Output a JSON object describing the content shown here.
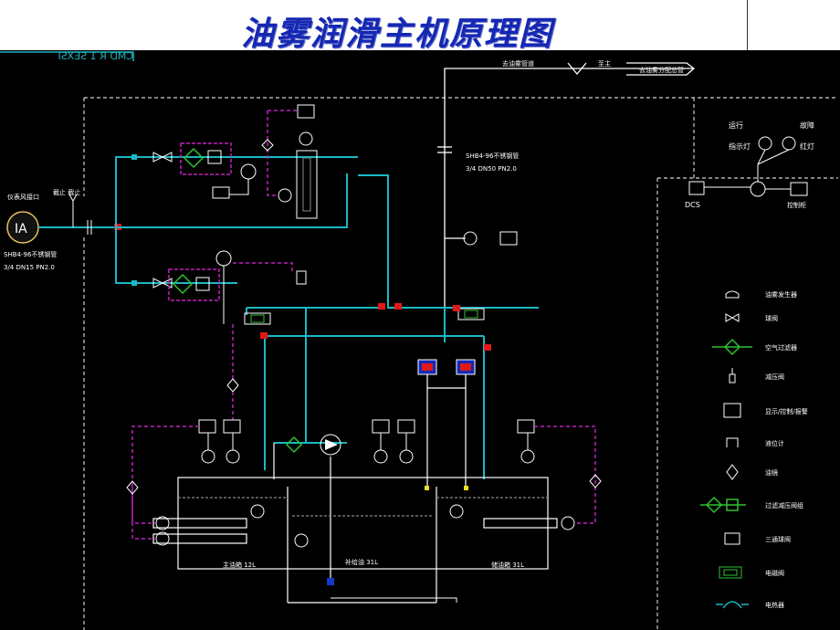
{
  "title": "油雾润滑主机原理图",
  "corner_text": "CMD R 1 SEXSI",
  "labels": {
    "inlet_left": "仪表风接口",
    "inlet_left_valves": "截止 截止",
    "pipe_spec_left_1": "SHB4-96不锈钢管",
    "pipe_spec_left_2": "3/4 DN15 PN2.0",
    "pipe_spec_right_1": "SHB4-96不锈钢管",
    "pipe_spec_right_2": "3/4 DN50 PN2.0",
    "top_outlet": "去油雾管道",
    "top_outlet_2": "至主",
    "top_outlet_3": "去油雾分配总管",
    "running_lamp": "运行",
    "running_lamp_2": "指示灯",
    "fault_lamp": "故障",
    "fault_lamp_2": "红灯",
    "dcs": "DCS",
    "cabinet": "控制柜",
    "tank_left": "主油箱 12L",
    "tank_mid": "补给油 31L",
    "tank_right": "储油箱 31L"
  },
  "legend": [
    {
      "symbol": "dome",
      "label": "油雾发生器"
    },
    {
      "symbol": "bowtie",
      "label": "球阀"
    },
    {
      "symbol": "filter",
      "label": "空气过滤器"
    },
    {
      "symbol": "reg",
      "label": "减压阀"
    },
    {
      "symbol": "display",
      "label": "显示/控制/报警"
    },
    {
      "symbol": "bracket",
      "label": "液位计"
    },
    {
      "symbol": "diamond",
      "label": "油镜"
    },
    {
      "symbol": "filterreg",
      "label": "过滤减压阀组"
    },
    {
      "symbol": "tvalve",
      "label": "三通球阀"
    },
    {
      "symbol": "solenoid",
      "label": "电磁阀"
    },
    {
      "symbol": "gauge",
      "label": "电热器"
    }
  ],
  "colors": {
    "pipe_cyan": "#1bb8c4",
    "pipe_white": "#ffffff",
    "signal_magenta": "#c020c0",
    "valve_red": "#e01818",
    "accent_green": "#30c030",
    "heater_blue": "#1438c8"
  }
}
